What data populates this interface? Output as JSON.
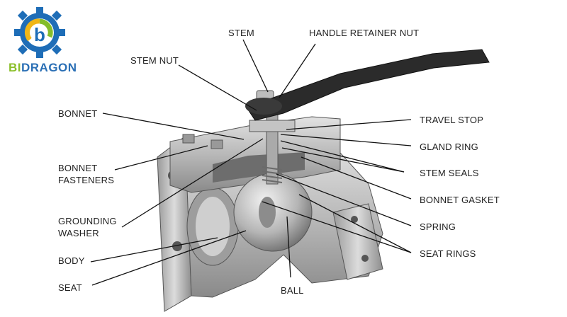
{
  "logo": {
    "brand_prefix": "BI",
    "brand_suffix": "DRAGON",
    "mark_letter": "b",
    "colors": {
      "gear": "#1e6db7",
      "ring_yellow": "#f0b617",
      "ring_green": "#84bd2b",
      "text_blue": "#2a6fb5",
      "text_green": "#8bbf2a"
    }
  },
  "labels": {
    "stem": "STEM",
    "handle_retainer_nut": "HANDLE RETAINER NUT",
    "stem_nut": "STEM NUT",
    "bonnet": "BONNET",
    "bonnet_fasteners_1": "BONNET",
    "bonnet_fasteners_2": "FASTENERS",
    "grounding_washer_1": "GROUNDING",
    "grounding_washer_2": "WASHER",
    "body": "BODY",
    "seat": "SEAT",
    "ball": "BALL",
    "travel_stop": "TRAVEL STOP",
    "gland_ring": "GLAND RING",
    "stem_seals": "STEM SEALS",
    "bonnet_gasket": "BONNET GASKET",
    "spring": "SPRING",
    "seat_rings": "SEAT RINGS"
  },
  "colors": {
    "leader_line": "#111111",
    "label_text": "#222222",
    "metal_light": "#c9c9c9",
    "metal_dark": "#7d7d7d",
    "handle": "#2b2b2b"
  }
}
